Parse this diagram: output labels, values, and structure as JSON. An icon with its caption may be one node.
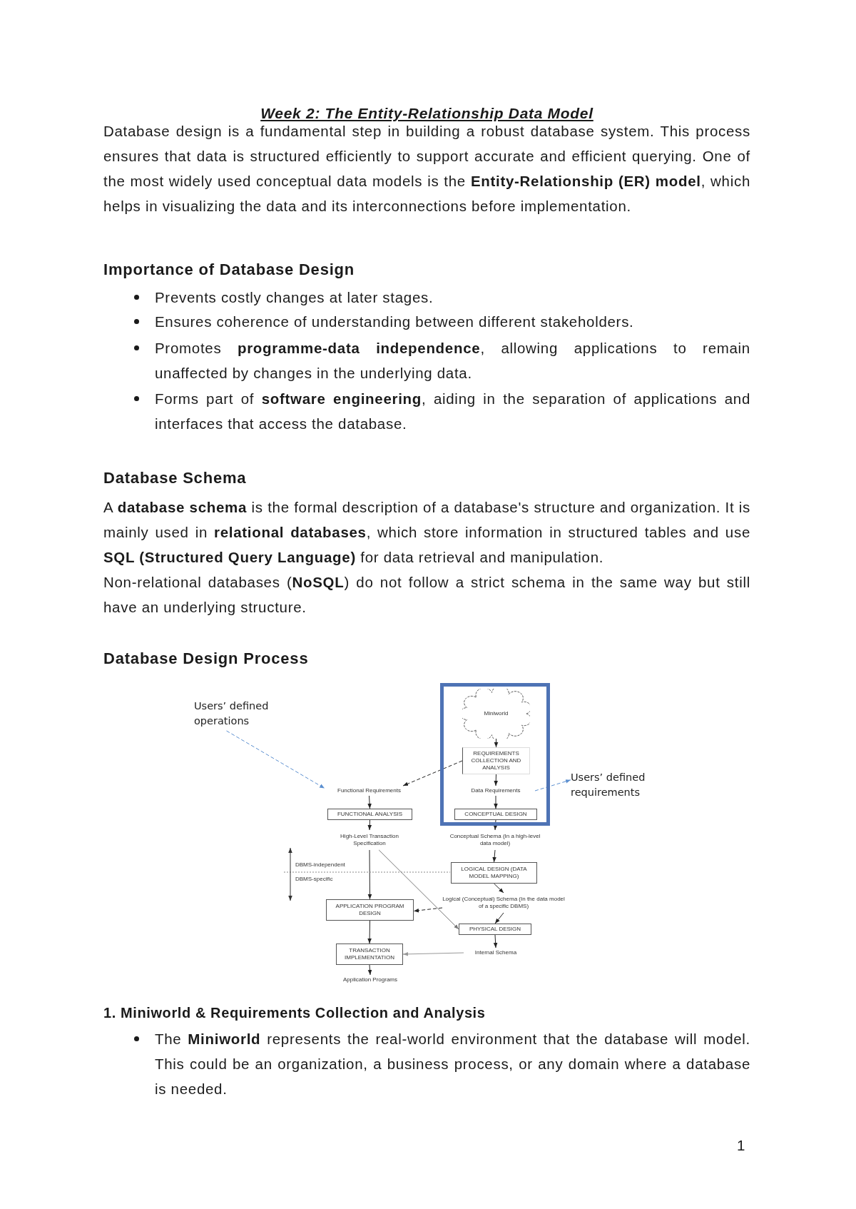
{
  "diagram": {
    "title": "Week 2: The Entity-Relationship Data Model",
    "nodes": [
      {
        "text": [],
        "shape": "box"
      },
      {
        "text": [
          "Miniworld"
        ],
        "in": 0
      },
      {
        "text": [
          "REQUIREMENTS COLLECTION AND ANALYSIS"
        ],
        "in": 0
      },
      {
        "text": [
          "Functional Requirements"
        ]
      },
      {
        "text": [
          "Data Requirements"
        ],
        "in": 0
      },
      {
        "text": [
          "FUNCTIONAL ANALYSIS"
        ]
      },
      {
        "text": [
          "CONCEPTUAL DESIGN"
        ],
        "in": 0
      },
      {
        "text": [
          "High-Level Transaction Specification"
        ]
      },
      {
        "text": [
          "Conceptual Schema (In a high-level data model)"
        ]
      },
      {
        "text": [
          "LOGICAL DESIGN (DATA MODEL MAPPING)"
        ]
      },
      {
        "text": [
          "Logical (Conceptual) Schema (In the data model of a specific DBMS)"
        ]
      },
      {
        "text": [
          "APPLICATION PROGRAM DESIGN"
        ]
      },
      {
        "text": [
          "PHYSICAL DESIGN"
        ]
      },
      {
        "text": [
          "TRANSACTION IMPLEMENTATION"
        ]
      },
      {
        "text": [
          "Internal Schema"
        ]
      },
      {
        "text": [
          "Application Programs"
        ]
      },
      {
        "text": [
          "Users’ defined operations"
        ]
      },
      {
        "text": [
          "Users’ defined requirements"
        ]
      }
    ],
    "edges": [
      {
        "from": 1,
        "to": 2,
        "arrow": "to"
      },
      {
        "from": 2,
        "to": 3,
        "arrow": "to",
        "style": "dashed"
      },
      {
        "from": 2,
        "to": 4,
        "arrow": "to"
      },
      {
        "from": 4,
        "to": 6,
        "arrow": "to"
      },
      {
        "from": 3,
        "to": 5,
        "arrow": "to"
      },
      {
        "from": 5,
        "to": 7,
        "arrow": "to"
      },
      {
        "from": 6,
        "to": 8,
        "arrow": "to"
      },
      {
        "from": 8,
        "to": 9,
        "arrow": "to"
      },
      {
        "from": 9,
        "to": 10,
        "arrow": "to"
      },
      {
        "from": 7,
        "to": 11,
        "arrow": "to"
      },
      {
        "from": 7,
        "to": 12,
        "arrow": "to",
        "color": "#777777"
      },
      {
        "from": 10,
        "to": 11,
        "arrow": "to",
        "style": "dashed"
      },
      {
        "from": 10,
        "to": 12,
        "arrow": "to"
      },
      {
        "from": 11,
        "to": 13,
        "arrow": "to"
      },
      {
        "from": 12,
        "to": 14,
        "arrow": "to"
      },
      {
        "from": 14,
        "to": 13,
        "arrow": "to",
        "color": "#999999"
      },
      {
        "from": 13,
        "to": 15,
        "arrow": "to"
      },
      {
        "from": 16,
        "to": 3,
        "arrow": "to",
        "style": "dashed",
        "color": "#5b8fd0"
      },
      {
        "from": 4,
        "to": 17,
        "arrow": "to",
        "style": "dashed",
        "color": "#5b8fd0"
      }
    ],
    "labels": [
      "Database design is a fundamental step in building a robust database system. This process ensures that data is structured efficiently to support accurate and efficient querying. One of the most widely used conceptual data models is the **Entity-Relationship (ER) model**, which helps in visualizing the data and its interconnections before implementation.",
      "Importance of Database Design",
      "Prevents costly changes at later stages.",
      "Ensures coherence of understanding between different stakeholders.",
      "Promotes **programme-data independence**, allowing applications to remain unaffected by changes in the underlying data.",
      "Forms part of **software engineering**, aiding in the separation of applications and interfaces that access the database.",
      "Database Schema",
      "A **database schema** is the formal description of a database's structure and organization. It is mainly used in **relational databases**, which store information in structured tables and use **SQL (Structured Query Language)** for data retrieval and manipulation.",
      "Non-relational databases (**NoSQL**) do not follow a strict schema in the same way but still have an underlying structure.",
      "Database Design Process",
      "DBMS-independent",
      "DBMS-specific",
      "1. Miniworld & Requirements Collection and Analysis",
      "The **Miniworld** represents the real-world environment that the database will model. This could be an organization, a business process, or any domain where a database is needed.",
      "1"
    ]
  }
}
